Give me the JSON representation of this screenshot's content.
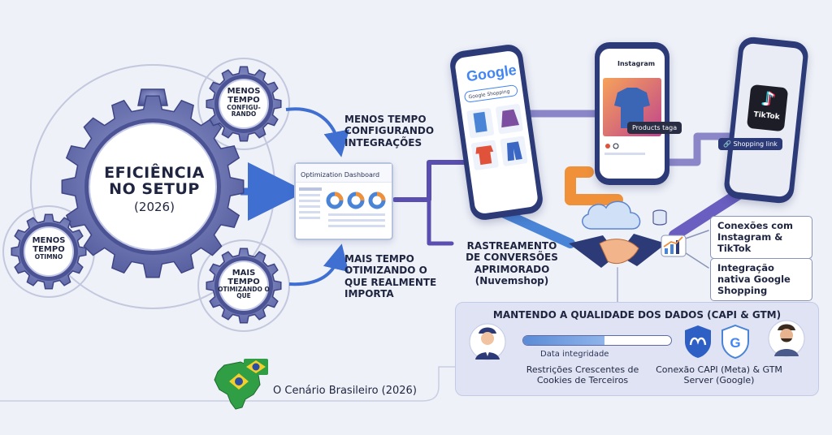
{
  "gears": {
    "main_title": "EFICIÊNCIA NO SETUP",
    "main_year": "(2026)",
    "top_gear": {
      "line1": "MENOS TEMPO",
      "line2": "CONFIGU-RANDO"
    },
    "left_gear": {
      "line1": "MENOS TEMPO",
      "line2": "OTIMNO"
    },
    "bottom_gear": {
      "line1": "MAIS TEMPO",
      "line2": "OTIMIZANDO O QUE"
    }
  },
  "captions": {
    "top": "MENOS TEMPO CONFIGURANDO INTEGRAÇÕES",
    "bottom": "MAIS TEMPO OTIMIZANDO O QUE REALMENTE IMPORTA",
    "tracking": "RASTREAMENTO DE CONVERSÕES APRIMORADO",
    "tracking_sub": "(Nuvemshop)"
  },
  "dashboard": {
    "title": "Optimization Dashboard"
  },
  "phones": {
    "google": {
      "logo": "Google",
      "search": "Google Shopping"
    },
    "instagram": {
      "logo": "Instagram",
      "tag": "Products taga"
    },
    "tiktok": {
      "logo": "TikTok",
      "tag": "Shopping link"
    }
  },
  "cards": {
    "instagram": "Conexões com Instagram & TikTok",
    "google": "Integração nativa Google Shopping"
  },
  "panel": {
    "title": "MANTENDO A QUALIDADE DOS DADOS (CAPI & GTM)",
    "integrity_label": "Data integridade",
    "integrity_fill": 0.55,
    "left_caption": "Restrições Crescentes de Cookies de Terceiros",
    "right_caption": "Conexão CAPI (Meta) & GTM Server (Google)"
  },
  "footer": {
    "label": "O Cenário Brasileiro (2026)"
  },
  "colors": {
    "gear": "#5f67a8",
    "gear_light": "#8d95c9",
    "arrow_blue": "#3f6fd1",
    "path_purple": "#5a4fb0",
    "path_orange": "#f0913a",
    "path_blue": "#4a84d6",
    "brazil_green": "#2f9e44",
    "brazil_yellow": "#f2cf2a"
  }
}
